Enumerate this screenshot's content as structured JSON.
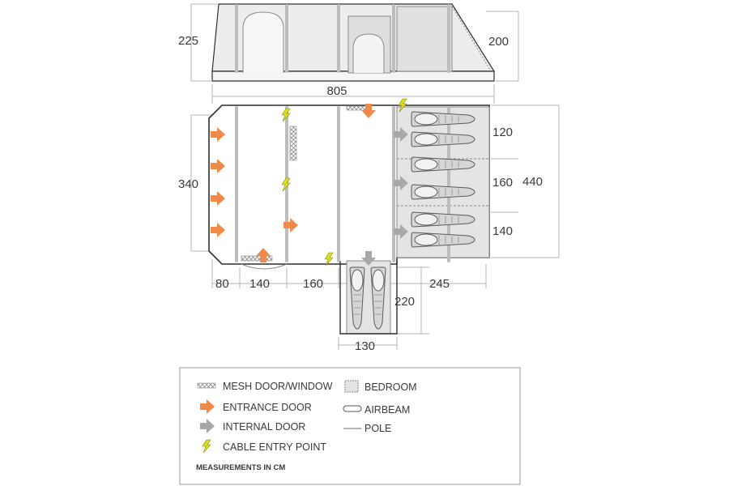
{
  "dimensions": {
    "front_height": "225",
    "rear_height": "200",
    "overall_length": "805",
    "width": "340",
    "overall_width": "440",
    "porch_length": "80",
    "door_length": "140",
    "living_length": "160",
    "bedroom_length": "245",
    "bedroom_widths": [
      "120",
      "160",
      "140"
    ],
    "annex_length": "220",
    "annex_width": "130"
  },
  "legend": {
    "items": [
      {
        "label": "MESH DOOR/WINDOW",
        "icon": "mesh-icon"
      },
      {
        "label": "ENTRANCE DOOR",
        "icon": "orange-arrow-icon"
      },
      {
        "label": "INTERNAL DOOR",
        "icon": "grey-arrow-icon"
      },
      {
        "label": "CABLE ENTRY POINT",
        "icon": "lightning-icon"
      },
      {
        "label": "BEDROOM",
        "icon": "bedroom-swatch-icon"
      },
      {
        "label": "AIRBEAM",
        "icon": "airbeam-icon"
      },
      {
        "label": "POLE",
        "icon": "pole-icon"
      }
    ],
    "note": "MEASUREMENTS IN CM"
  },
  "colors": {
    "outline": "#2f2f2f",
    "bedroom": "#e4e4e4",
    "entrance_arrow": "#ef8a4a",
    "internal_arrow": "#a8a8a8",
    "cable": "#d9e021",
    "dim_line": "#b5b5b5"
  }
}
